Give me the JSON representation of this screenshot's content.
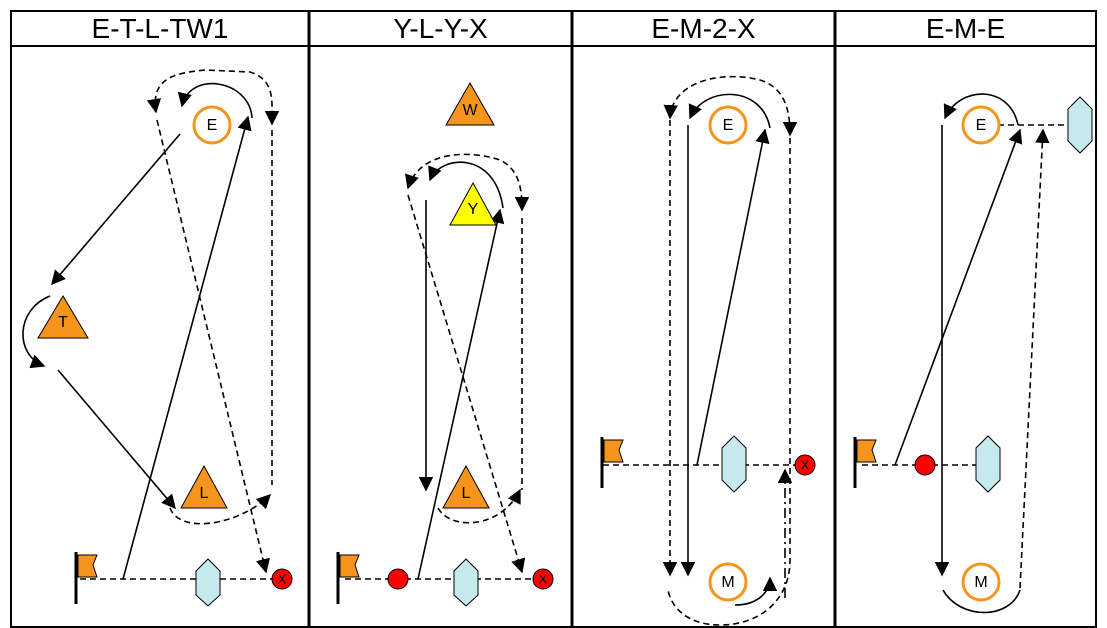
{
  "headers": [
    "E-T-L-TW1",
    "Y-L-Y-X",
    "E-M-2-X",
    "E-M-E"
  ],
  "colors": {
    "mark_orange": "#f7941d",
    "mark_yellow": "#ffff00",
    "buoy_blue": "#c6e9ee",
    "red": "#ff0000"
  },
  "panels": [
    {
      "marks": [
        {
          "type": "circle",
          "label": "E"
        },
        {
          "type": "triangle",
          "label": "T"
        },
        {
          "type": "triangle",
          "label": "L"
        }
      ]
    },
    {
      "marks": [
        {
          "type": "triangle",
          "label": "W"
        },
        {
          "type": "triangle",
          "label": "Y"
        },
        {
          "type": "triangle",
          "label": "L"
        }
      ]
    },
    {
      "marks": [
        {
          "type": "circle",
          "label": "E"
        },
        {
          "type": "circle",
          "label": "M"
        }
      ]
    },
    {
      "marks": [
        {
          "type": "circle",
          "label": "E"
        },
        {
          "type": "circle",
          "label": "M"
        }
      ]
    }
  ],
  "finish_label": "X"
}
